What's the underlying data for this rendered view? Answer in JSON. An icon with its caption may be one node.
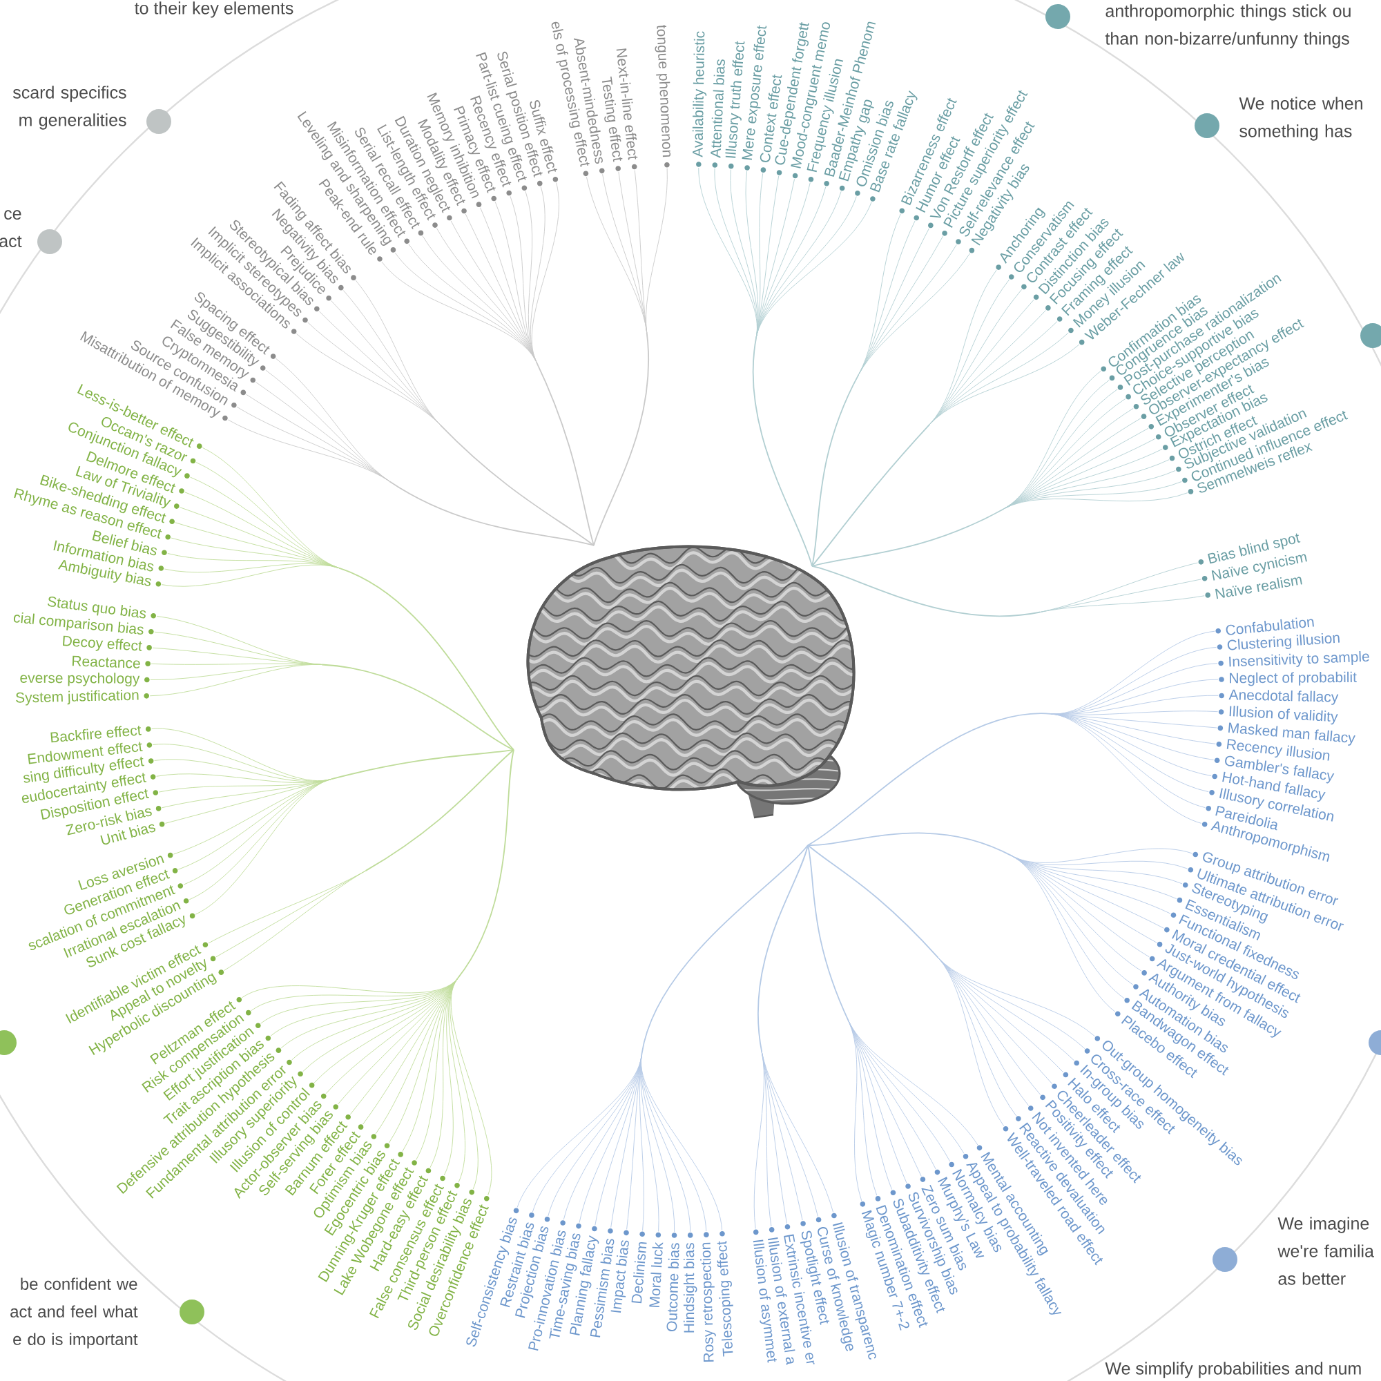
{
  "diagram": {
    "labels": [
      "to their key elements",
      "scard specifics m generalities",
      "ce act",
      "anthropomorphic things stick ou than non-bizarre/unfunny things",
      "We notice when something has",
      "We imagine we're familia as better",
      "We simplify probabilities and num",
      "be confident we act and feel what e do is important",
      "Misattribution of memory",
      "Source confusion",
      "Cryptomnesia",
      "False memory",
      "Suggestibility",
      "Spacing effect",
      "Implicit associations",
      "Implicit stereotypes",
      "Stereotypical bias",
      "Prejudice",
      "Negativity bias",
      "Fading affect bias",
      "Peak-end rule",
      "Leveling and sharpening",
      "Misinformation effect",
      "Serial recall effect",
      "List-length effect",
      "Duration neglect",
      "Modality effect",
      "Memory inhibition",
      "Primacy effect",
      "Recency effect",
      "Part-list cueing effect",
      "Serial position effect",
      "Suffix effect",
      "els of processing effect",
      "Absent-mindedness",
      "Testing effect",
      "Next-in-line effect",
      "tongue phenomenon",
      "Availability heuristic",
      "Attentional bias",
      "Illusory truth effect",
      "Mere exposure effect",
      "Context effect",
      "Cue-dependent forgett",
      "Mood-congruent memo",
      "Frequency illusion",
      "Baader-Meinhof Phenom",
      "Empathy gap",
      "Omission bias",
      "Base rate fallacy",
      "Bizarreness effect",
      "Humor effect",
      "Von Restorff effect",
      "Picture superiority effect",
      "Self-relevance effect",
      "Negativity bias",
      "Anchoring",
      "Conservatism",
      "Contrast effect",
      "Distinction bias",
      "Focusing effect",
      "Framing effect",
      "Money illusion",
      "Weber-Fechner law",
      "Confirmation bias",
      "Congruence bias",
      "Post-purchase rationalization",
      "Choice-supportive bias",
      "Selective perception",
      "Observer-expectancy effect",
      "Experimenter's bias",
      "Observer effect",
      "Expectation bias",
      "Ostrich effect",
      "Subjective validation",
      "Continued influence effect",
      "Semmelweis reflex",
      "Bias blind spot",
      "Naïve cynicism",
      "Naïve realism",
      "Confabulation",
      "Clustering illusion",
      "Insensitivity to sample",
      "Neglect of probabilit",
      "Anecdotal fallacy",
      "Illusion of validity",
      "Masked man fallacy",
      "Recency illusion",
      "Gambler's fallacy",
      "Hot-hand fallacy",
      "Illusory correlation",
      "Pareidolia",
      "Anthropomorphism",
      "Group attribution error",
      "Ultimate attribution error",
      "Stereotyping",
      "Essentialism",
      "Functional fixedness",
      "Moral credential effect",
      "Just-world hypothesis",
      "Argument from fallacy",
      "Authority bias",
      "Automation bias",
      "Bandwagon effect",
      "Placebo effect",
      "Out-group homogeneity bias",
      "Cross-race effect",
      "In-group bias",
      "Halo effect",
      "Cheerleader effect",
      "Positivity effect",
      "Not invented here",
      "Reactive devaluation",
      "Well-traveled road effect",
      "Less-is-better effect",
      "Occam's razor",
      "Conjunction fallacy",
      "Delmore effect",
      "Law of Triviality",
      "Bike-shedding effect",
      "Rhyme as reason effect",
      "Belief bias",
      "Information bias",
      "Ambiguity bias",
      "Status quo bias",
      "cial comparison bias",
      "Decoy effect",
      "Reactance",
      "everse psychology",
      "System justification",
      "Backfire effect",
      "Endowment effect",
      "sing difficulty effect",
      "eudocertainty effect",
      "Disposition effect",
      "Zero-risk bias",
      "Unit bias",
      "Loss aversion",
      "Generation effect",
      "scalation of commitment",
      "Irrational escalation",
      "Sunk cost fallacy",
      "Identifiable victim effect",
      "Appeal to novelty",
      "Hyperbolic discounting",
      "Peltzman effect",
      "Risk compensation",
      "Effort justification",
      "Trait ascription bias",
      "Defensive attribution hypothesis",
      "Fundamental attribution error",
      "Illusory superiority",
      "Illusion of control",
      "Actor-observer bias",
      "Self-serving bias",
      "Barnum effect",
      "Forer effect",
      "Optimism bias",
      "Egocentric bias",
      "Dunning-Kruger effect",
      "Lake Wobegone effect",
      "Hard-easy effect",
      "False consensus effect",
      "Third-person effect",
      "Social desirability bias",
      "Overconfidence effect",
      "Self-consistency bias",
      "Restraint bias",
      "Projection bias",
      "Pro-innovation bias",
      "Time-saving bias",
      "Planning fallacy",
      "Pessimism bias",
      "Impact bias",
      "Declinism",
      "Moral luck",
      "Outcome bias",
      "Hindsight bias",
      "Rosy retrospection",
      "Telescoping effect",
      "Illusion of asymmet",
      "Illusion of external a",
      "Extrinsic incentive er",
      "Spotlight effect",
      "Curse of knowledge",
      "Illusion of transparenc",
      "Magic number 7+-2",
      "Denomination effect",
      "Subadditivity effect",
      "Survivorship bias",
      "Zero sum bias",
      "Murphy's Law",
      "Normalcy bias",
      "Appeal to probability fallacy",
      "Mental accounting"
    ]
  }
}
